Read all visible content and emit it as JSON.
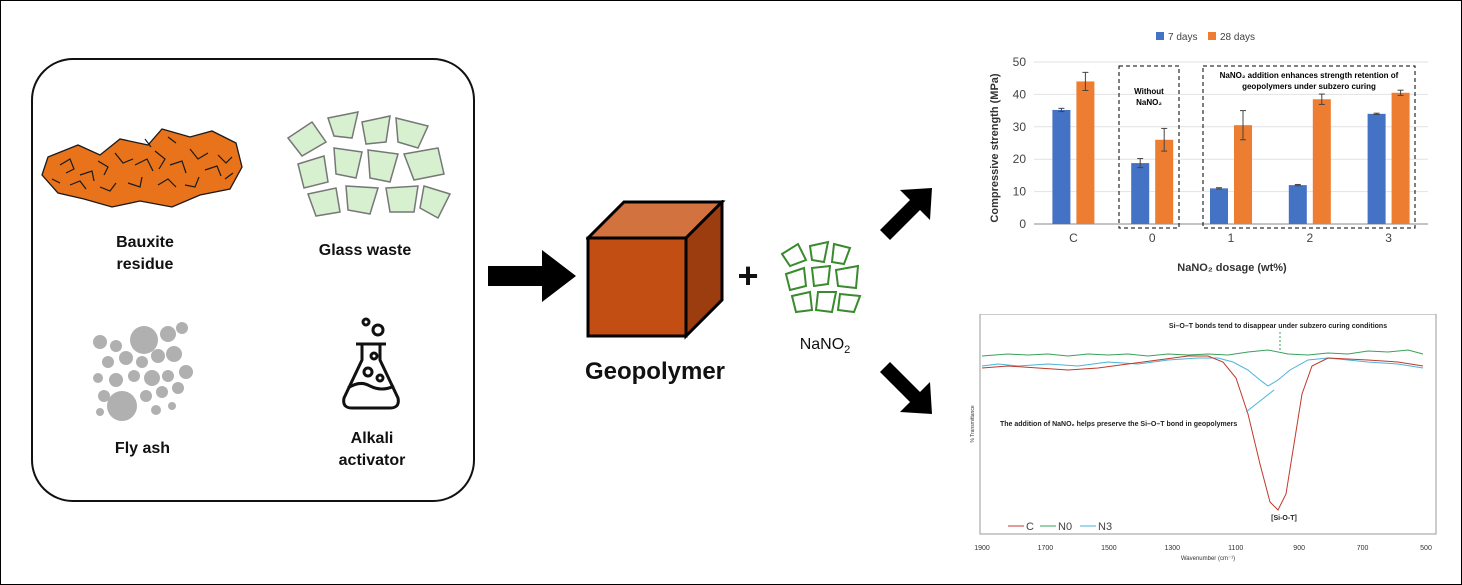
{
  "raw_materials": {
    "bauxite_label_line1": "Bauxite",
    "bauxite_label_line2": "residue",
    "glass_label": "Glass waste",
    "flyash_label": "Fly ash",
    "activator_label_line1": "Alkali",
    "activator_label_line2": "activator"
  },
  "center": {
    "geopolymer_label": "Geopolymer",
    "plus": "+",
    "additive_label": "NaNO",
    "additive_sub": "2"
  },
  "colors": {
    "bauxite": "#e8731a",
    "glass_fill": "#d7f0d0",
    "ash": "#b0b0b0",
    "cube_front": "#c24e14",
    "cube_top": "#d2733f",
    "cube_side": "#9c3d10",
    "series_7d": "#4472c4",
    "series_28d": "#ed7d31",
    "ftir_c": "#c0392b",
    "ftir_n0": "#3aa05a",
    "ftir_n3": "#4ab3d9"
  },
  "chart_data": [
    {
      "type": "bar",
      "ylabel": "Compressive strength (MPa)",
      "xlabel": "NaNO₂ dosage (wt%)",
      "categories": [
        "C",
        "0",
        "1",
        "2",
        "3"
      ],
      "ylim": [
        0,
        50
      ],
      "yticks": [
        "0",
        "10",
        "20",
        "30",
        "40",
        "50"
      ],
      "legend_position": "top",
      "series": [
        {
          "name": "7 days",
          "values": [
            35.2,
            18.8,
            11.0,
            12.0,
            34.0
          ],
          "errors": [
            0.5,
            1.4,
            0.2,
            0.2,
            0.2
          ]
        },
        {
          "name": "28 days",
          "values": [
            44.0,
            26.0,
            30.5,
            38.5,
            40.5
          ],
          "errors": [
            2.8,
            3.5,
            4.5,
            1.6,
            0.8
          ]
        }
      ],
      "annotations": {
        "without_line1": "Without",
        "without_line2": "NaNO₂",
        "enhance_line1": "NaNO₂ addition enhances strength retention of",
        "enhance_line2": "geopolymers under subzero curing"
      }
    },
    {
      "type": "line",
      "xlabel": "Wavenumber (cm⁻¹)",
      "ylabel": "% Transmittance",
      "xticks": [
        "1900",
        "1700",
        "1500",
        "1300",
        "1100",
        "900",
        "700",
        "500"
      ],
      "x_range": [
        1900,
        500
      ],
      "series": [
        {
          "name": "C"
        },
        {
          "name": "N0"
        },
        {
          "name": "N3"
        }
      ],
      "annotations": {
        "top": "Si–O–T bonds tend to disappear under subzero curing conditions",
        "middle": "The addition of NaNO₂ helps preserve the Si–O–T bond in geopolymers",
        "peak": "[Si-O-T]"
      }
    }
  ]
}
